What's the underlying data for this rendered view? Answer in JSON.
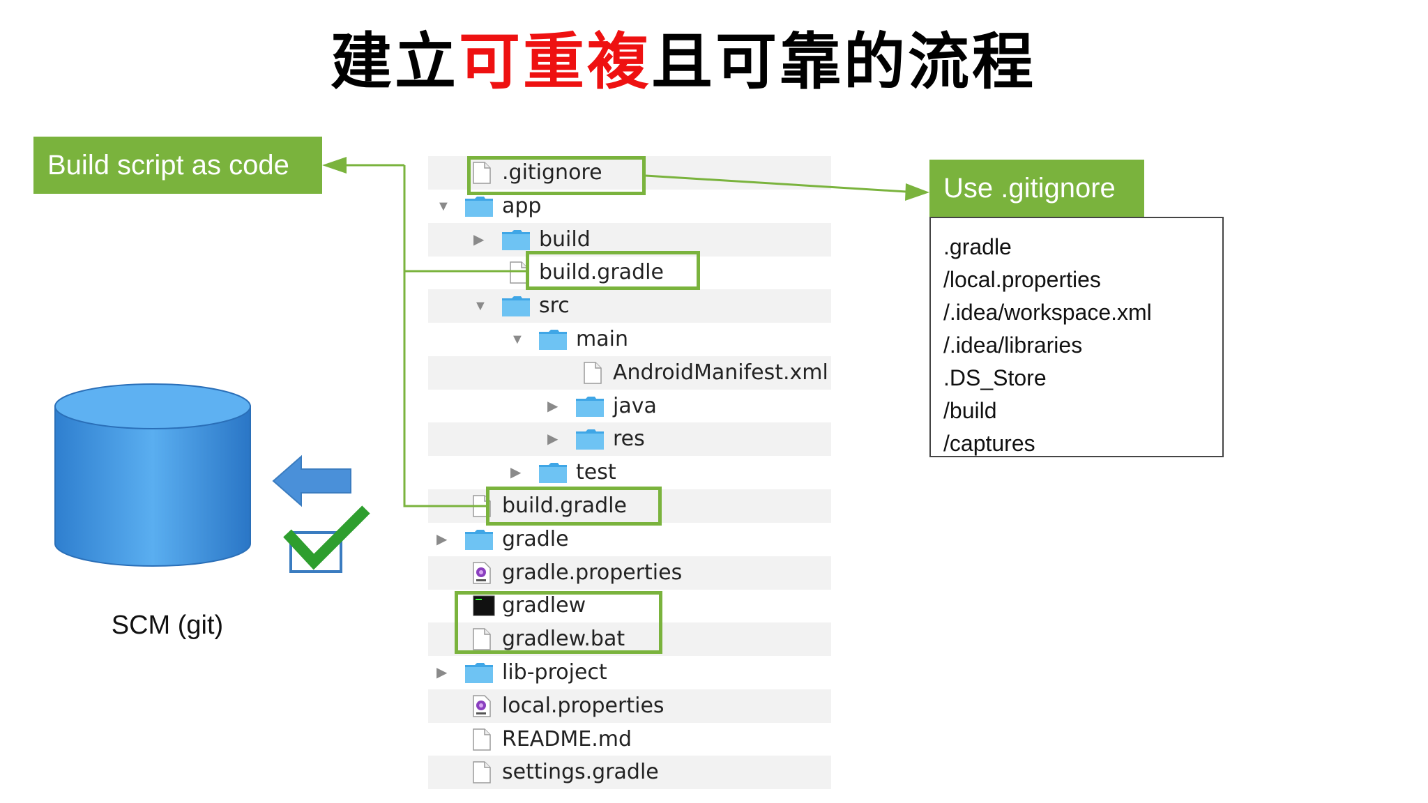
{
  "title": {
    "part1": "建立",
    "part2": "可重複",
    "part3": "且可靠的流程"
  },
  "build_label": "Build script as code",
  "use_label": "Use .gitignore",
  "ignore_items": [
    ".gradle",
    "/local.properties",
    "/.idea/workspace.xml",
    "/.idea/libraries",
    ".DS_Store",
    "/build",
    "/captures"
  ],
  "scm_label": "SCM (git)",
  "tree": [
    {
      "name": ".gitignore",
      "type": "file",
      "depth": 1,
      "expander": "none"
    },
    {
      "name": "app",
      "type": "folder",
      "depth": 1,
      "expander": "open"
    },
    {
      "name": "build",
      "type": "folder",
      "depth": 2,
      "expander": "closed"
    },
    {
      "name": "build.gradle",
      "type": "file",
      "depth": 2,
      "expander": "none"
    },
    {
      "name": "src",
      "type": "folder",
      "depth": 2,
      "expander": "open"
    },
    {
      "name": "main",
      "type": "folder",
      "depth": 3,
      "expander": "open"
    },
    {
      "name": "AndroidManifest.xml",
      "type": "file",
      "depth": 4,
      "expander": "none"
    },
    {
      "name": "java",
      "type": "folder",
      "depth": 4,
      "expander": "closed"
    },
    {
      "name": "res",
      "type": "folder",
      "depth": 4,
      "expander": "closed"
    },
    {
      "name": "test",
      "type": "folder",
      "depth": 3,
      "expander": "closed"
    },
    {
      "name": "build.gradle",
      "type": "file",
      "depth": 1,
      "expander": "none"
    },
    {
      "name": "gradle",
      "type": "folder",
      "depth": 1,
      "expander": "closed"
    },
    {
      "name": "gradle.properties",
      "type": "props",
      "depth": 1,
      "expander": "none"
    },
    {
      "name": "gradlew",
      "type": "exec",
      "depth": 1,
      "expander": "none"
    },
    {
      "name": "gradlew.bat",
      "type": "file",
      "depth": 1,
      "expander": "none"
    },
    {
      "name": "lib-project",
      "type": "folder",
      "depth": 1,
      "expander": "closed"
    },
    {
      "name": "local.properties",
      "type": "props",
      "depth": 1,
      "expander": "none"
    },
    {
      "name": "README.md",
      "type": "file",
      "depth": 1,
      "expander": "none"
    },
    {
      "name": "settings.gradle",
      "type": "file",
      "depth": 1,
      "expander": "none"
    }
  ],
  "colors": {
    "green": "#7ab33d",
    "red": "#ee1111",
    "folder": "#5ab8ee",
    "cylinder": "#3f8fd9",
    "arrow": "#4a90d9",
    "check": "#2e9e2e"
  }
}
